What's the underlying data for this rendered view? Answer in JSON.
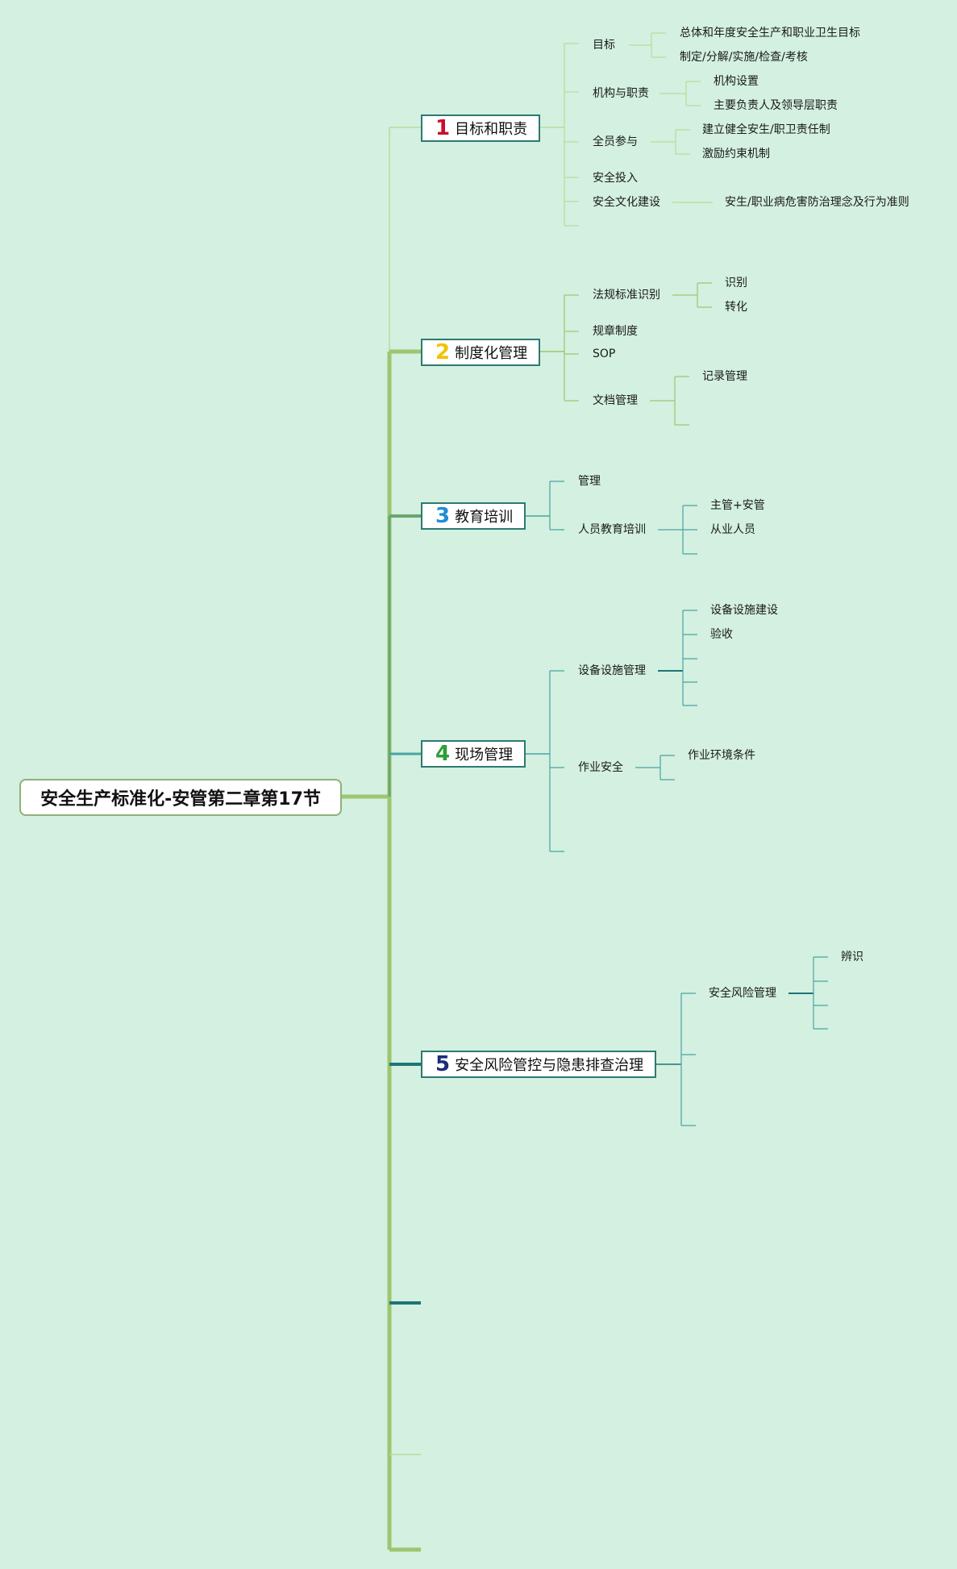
{
  "root": {
    "label": "安全生产标准化-安管第二章第17节"
  },
  "branches": [
    {
      "num": "1",
      "num_color": "#c8102e",
      "label": "目标和职责",
      "children": [
        {
          "label": "目标",
          "children": [
            "总体和年度安全生产和职业卫生目标",
            "制定/分解/实施/检查/考核"
          ]
        },
        {
          "label": "机构与职责",
          "children": [
            "机构设置",
            "主要负责人及领导层职责"
          ]
        },
        {
          "label": "全员参与",
          "children": [
            "建立健全安生/职卫责任制",
            "激励约束机制"
          ]
        },
        {
          "label": "安全投入",
          "children": []
        },
        {
          "label": "安全文化建设",
          "children": [
            "安生/职业病危害防治理念及行为准则"
          ]
        }
      ]
    },
    {
      "num": "2",
      "num_color": "#f2c200",
      "label": "制度化管理",
      "children": [
        {
          "label": "法规标准识别",
          "children": [
            "识别",
            "转化"
          ]
        },
        {
          "label": "规章制度",
          "children": []
        },
        {
          "label": "SOP",
          "children": []
        },
        {
          "label": "文档管理",
          "children": [
            "记录管理"
          ]
        }
      ]
    },
    {
      "num": "3",
      "num_color": "#1f8dd6",
      "label": "教育培训",
      "children": [
        {
          "label": "管理",
          "children": []
        },
        {
          "label": "人员教育培训",
          "children": [
            "主管+安管",
            "从业人员"
          ]
        }
      ]
    },
    {
      "num": "4",
      "num_color": "#2e9e3a",
      "label": "现场管理",
      "children": [
        {
          "label": "设备设施管理",
          "children": [
            "设备设施建设",
            "验收"
          ]
        },
        {
          "label": "作业安全",
          "children": [
            "作业环境条件"
          ]
        }
      ]
    },
    {
      "num": "5",
      "num_color": "#1c2b7a",
      "label": "安全风险管控与隐患排查治理",
      "children": [
        {
          "label": "安全风险管理",
          "children": [
            "辨识"
          ]
        }
      ]
    }
  ],
  "colors": {
    "background": "#d3f0e0",
    "trunk": "#9ec56f",
    "branch_border": "#2c7a72",
    "light_line": "#b7dc9a",
    "teal_line": "#4aa3a3",
    "dark_teal": "#1d7575"
  }
}
